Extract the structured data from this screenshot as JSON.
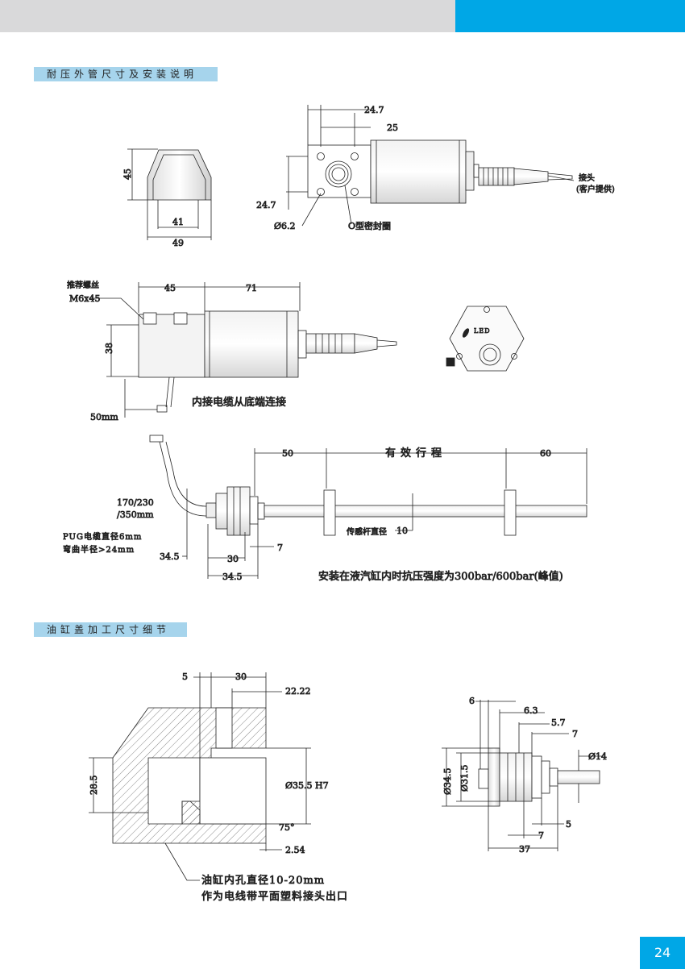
{
  "sections": {
    "outer_tube": "耐压外管尺寸及安装说明",
    "cylinder_cap": "油缸盖加工尺寸细节"
  },
  "page_number": "24",
  "fig1": {
    "dim_h": "45",
    "dim_w1": "41",
    "dim_w2": "49"
  },
  "fig2": {
    "dim_top1": "24.7",
    "dim_top2": "25",
    "dim_left": "24.7",
    "dim_dia": "Ø6.2",
    "oring": "O型密封圈",
    "connector": "接头",
    "connector_note": "(客户提供)"
  },
  "fig3": {
    "screw_label": "推荐螺丝",
    "screw_size": "M6x45",
    "dim_45": "45",
    "dim_71": "71",
    "dim_38": "38",
    "dim_50mm": "50mm",
    "cable_note": "内接电缆从底端连接"
  },
  "fig4": {
    "led": "LED"
  },
  "fig5": {
    "dim_50": "50",
    "stroke": "有效行程",
    "dim_60": "60",
    "bend_len": "170/230",
    "bend_len2": "/350mm",
    "pug": "PUG电缆直径6mm",
    "bend_radius": "弯曲半径>24mm",
    "rod_dia_label": "传感杆直径",
    "rod_dia": "10",
    "dim_7": "7",
    "dim_345a": "34.5",
    "dim_30": "30",
    "dim_345b": "34.5",
    "pressure_note": "安装在液汽缸内时抗压强度为300bar/600bar(峰值)"
  },
  "fig6": {
    "dim_5": "5",
    "dim_30": "30",
    "dim_2222": "22.22",
    "dim_285": "28.5",
    "dim_bore": "Ø35.5 H7",
    "dim_75": "75°",
    "dim_254": "2.54",
    "note1": "油缸内孔直径10-20mm",
    "note2": "作为电线带平面塑料接头出口"
  },
  "fig7": {
    "dim_6": "6",
    "dim_63": "6.3",
    "dim_57": "5.7",
    "dim_7": "7",
    "dim_d14": "Ø14",
    "dim_d345": "Ø34.5",
    "dim_d315": "Ø31.5",
    "dim_5": "5",
    "dim_7b": "7",
    "dim_37": "37"
  }
}
